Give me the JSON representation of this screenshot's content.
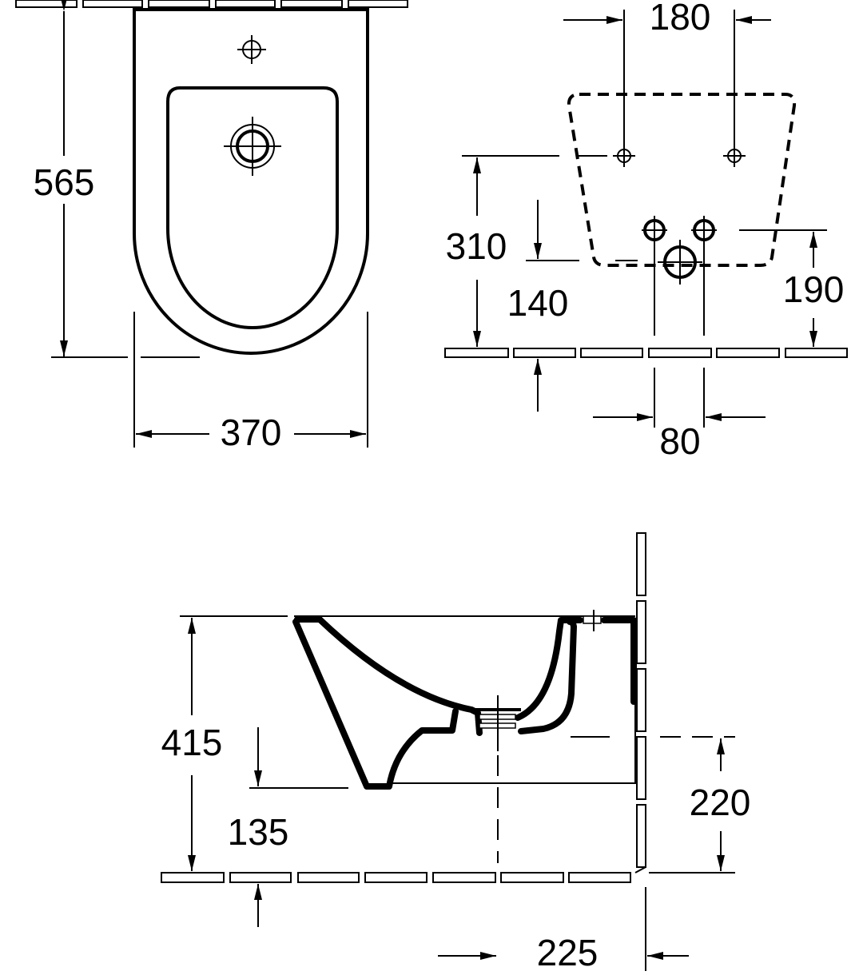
{
  "top_view": {
    "depth_label": "565",
    "width_label": "370"
  },
  "front_view": {
    "fixing_spacing_label": "180",
    "fixing_height_label": "310",
    "supply_height_label": "140",
    "waste_height_label": "190",
    "supply_spacing_label": "80"
  },
  "side_view": {
    "rim_height_label": "415",
    "bottom_height_label": "135",
    "waste_height_label": "220",
    "waste_offset_label": "225"
  }
}
